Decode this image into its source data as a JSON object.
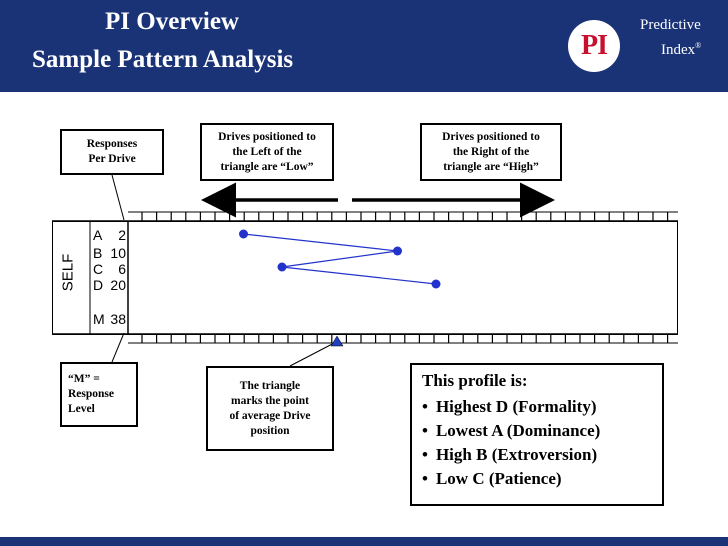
{
  "slide": {
    "title_line1": "PI Overview",
    "title_line2": "Sample Pattern Analysis",
    "logo_text": "PI",
    "brand_line1": "Predictive",
    "brand_line2": "Index",
    "brand_mark": "®",
    "header_color": "#1a3276",
    "logo_color": "#c8102e"
  },
  "callouts": {
    "responses": "Responses\nPer Drive",
    "left": "Drives positioned to\nthe Left of the\ntriangle are “Low”",
    "right": "Drives positioned to\nthe Right of the\ntriangle are “High”",
    "m_level": "“M” =\nResponse\nLevel",
    "triangle": "The triangle\nmarks the point\nof average Drive\nposition"
  },
  "profile": {
    "heading": "This profile is:",
    "items": [
      "Highest D (Formality)",
      "Lowest A (Dominance)",
      "High B (Extroversion)",
      "Low C (Patience)"
    ]
  },
  "chart_data": {
    "type": "line",
    "row_label": "SELF",
    "drives": [
      {
        "letter": "A",
        "count": "2",
        "position": 0.21
      },
      {
        "letter": "B",
        "count": "10",
        "position": 0.49
      },
      {
        "letter": "C",
        "count": "6",
        "position": 0.28
      },
      {
        "letter": "D",
        "count": "20",
        "position": 0.56
      }
    ],
    "response_level": {
      "letter": "M",
      "count": "38"
    },
    "average_position": 0.38,
    "line_color": "#2233cc",
    "triangle_color": "#1f3fbf"
  }
}
